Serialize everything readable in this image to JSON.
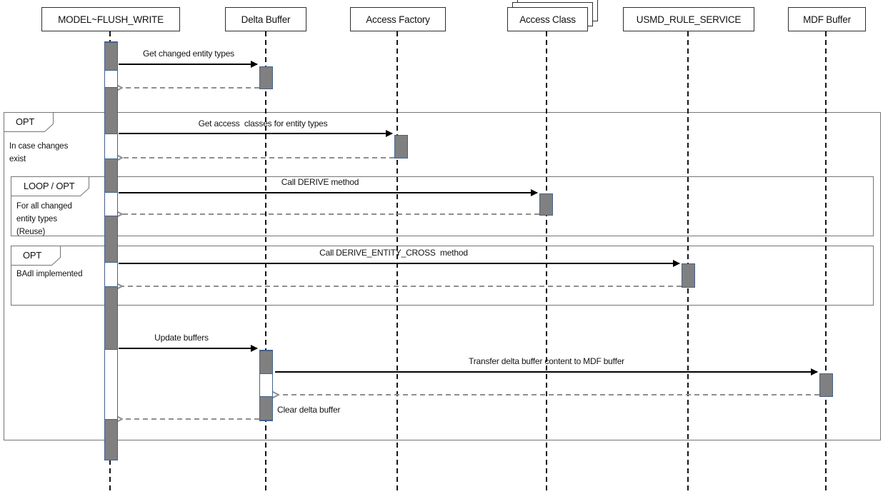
{
  "diagram": {
    "type": "uml-sequence-diagram",
    "actors": [
      {
        "name": "MODEL~FLUSH_WRITE"
      },
      {
        "name": "Delta Buffer"
      },
      {
        "name": "Access Factory"
      },
      {
        "name": "Access Class",
        "multi_instance": true
      },
      {
        "name": "USMD_RULE_SERVICE"
      },
      {
        "name": "MDF Buffer"
      }
    ],
    "fragments": [
      {
        "label": "OPT",
        "guard": "In case changes\nexist"
      },
      {
        "label": "LOOP / OPT",
        "guard": "For all changed\nentity types\n(Reuse)"
      },
      {
        "label": "OPT",
        "guard": "BAdI implemented"
      }
    ],
    "messages": [
      {
        "label": "Get changed entity types",
        "from": "MODEL~FLUSH_WRITE",
        "to": "Delta Buffer",
        "kind": "call",
        "has_return": true
      },
      {
        "label": "Get access  classes for entity types",
        "from": "MODEL~FLUSH_WRITE",
        "to": "Access Factory",
        "kind": "call",
        "has_return": true
      },
      {
        "label": "Call DERIVE method",
        "from": "MODEL~FLUSH_WRITE",
        "to": "Access Class",
        "kind": "call",
        "has_return": true
      },
      {
        "label": "Call DERIVE_ENTITY_CROSS  method",
        "from": "MODEL~FLUSH_WRITE",
        "to": "USMD_RULE_SERVICE",
        "kind": "call",
        "has_return": true
      },
      {
        "label": "Update buffers",
        "from": "MODEL~FLUSH_WRITE",
        "to": "Delta Buffer",
        "kind": "call",
        "has_return": true
      },
      {
        "label": "Transfer delta buffer content to MDF buffer",
        "from": "Delta Buffer",
        "to": "MDF Buffer",
        "kind": "call",
        "has_return": true
      },
      {
        "label": "Clear delta buffer",
        "from": "Delta Buffer",
        "to": "Delta Buffer",
        "kind": "self",
        "has_return": false
      }
    ],
    "colors": {
      "activation_fill": "#808080",
      "activation_border": "#44618c",
      "call_arrow": "#000000",
      "return_arrow": "#8f8f8f",
      "fragment_border": "#757575",
      "lifeline": "#161616"
    }
  }
}
